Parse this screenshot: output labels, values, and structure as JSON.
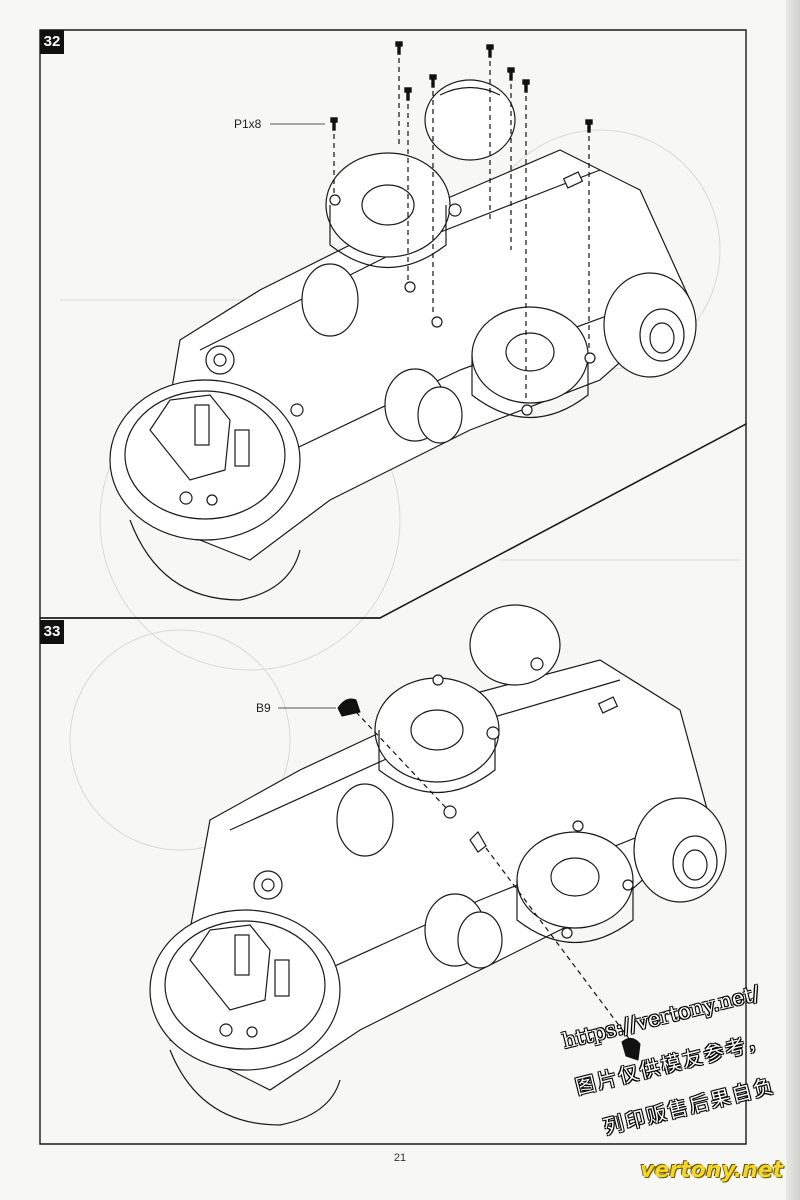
{
  "steps": [
    {
      "number": "32",
      "part_label": "P1x8"
    },
    {
      "number": "33",
      "part_label": "B9"
    }
  ],
  "page_number": "21",
  "watermark": {
    "url": "https://vertony.net/",
    "line1": "图片仅供模友参考，",
    "line2": "列印贩售后果自负",
    "brand": "vertony.net"
  },
  "colors": {
    "line": "#1a1a1a",
    "paper": "#f7f7f5",
    "part_fill": "#111111"
  }
}
